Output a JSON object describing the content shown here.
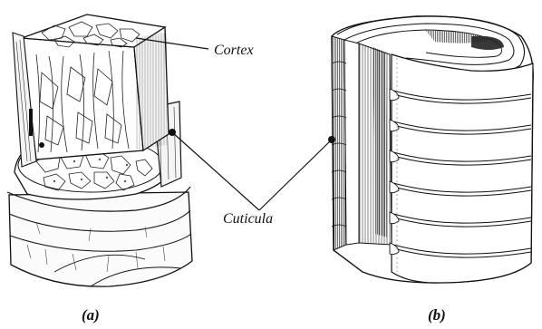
{
  "figure": {
    "labels": {
      "cortex": "Cortex",
      "cuticula": "Cuticula",
      "panel_a": "(a)",
      "panel_b": "(b)"
    }
  }
}
